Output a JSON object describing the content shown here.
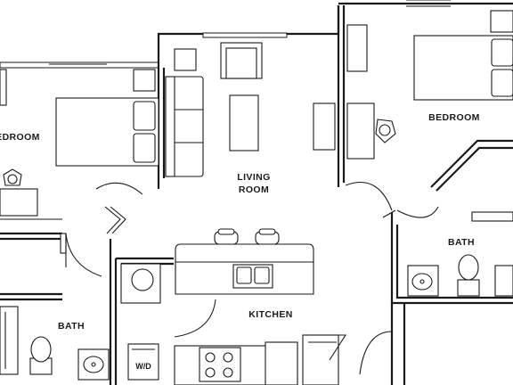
{
  "plan": {
    "rooms": {
      "bedroom_left": "BEDROOM",
      "bedroom_right": "BEDROOM",
      "living_room_line1": "LIVING",
      "living_room_line2": "ROOM",
      "kitchen": "KITCHEN",
      "bath_left": "BATH",
      "bath_right": "BATH"
    },
    "fixtures": {
      "washer_dryer": "W/D"
    }
  }
}
